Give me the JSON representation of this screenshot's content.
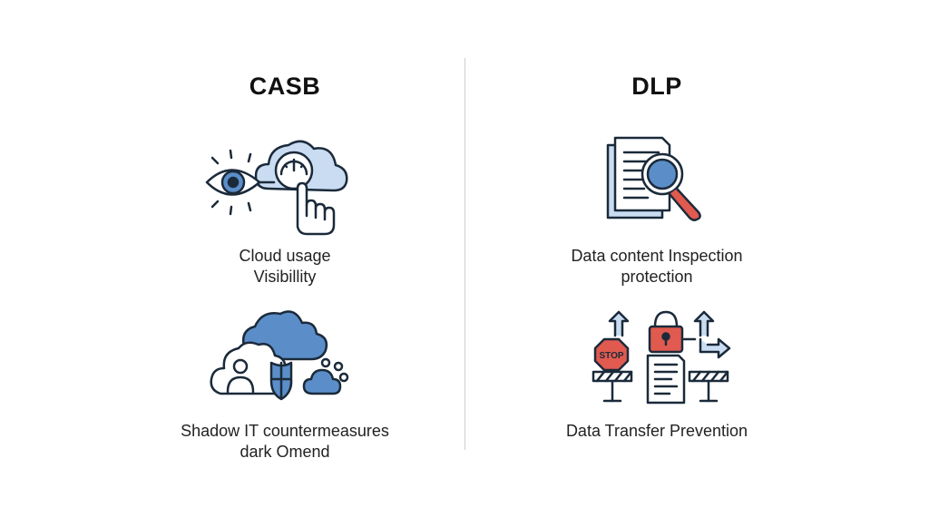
{
  "casb": {
    "title": "CASB",
    "items": [
      {
        "icon": "eye-cloud-gauge-hand-icon",
        "line1": "Cloud usage",
        "line2": "Visibillity"
      },
      {
        "icon": "cloud-user-shield-icon",
        "line1": "Shadow IT countermeasures",
        "line2": "dark Omend"
      }
    ]
  },
  "dlp": {
    "title": "DLP",
    "items": [
      {
        "icon": "document-magnifier-icon",
        "line1": "Data content Inspection",
        "line2": "protection"
      },
      {
        "icon": "stop-lock-barrier-icon",
        "line1": "Data Transfer Prevention",
        "line2": "",
        "stop_text": "STOP"
      }
    ]
  },
  "colors": {
    "stroke": "#1b2a3a",
    "light_blue": "#c9dcf2",
    "mid_blue": "#5b8ec9",
    "red": "#e05a4f"
  }
}
